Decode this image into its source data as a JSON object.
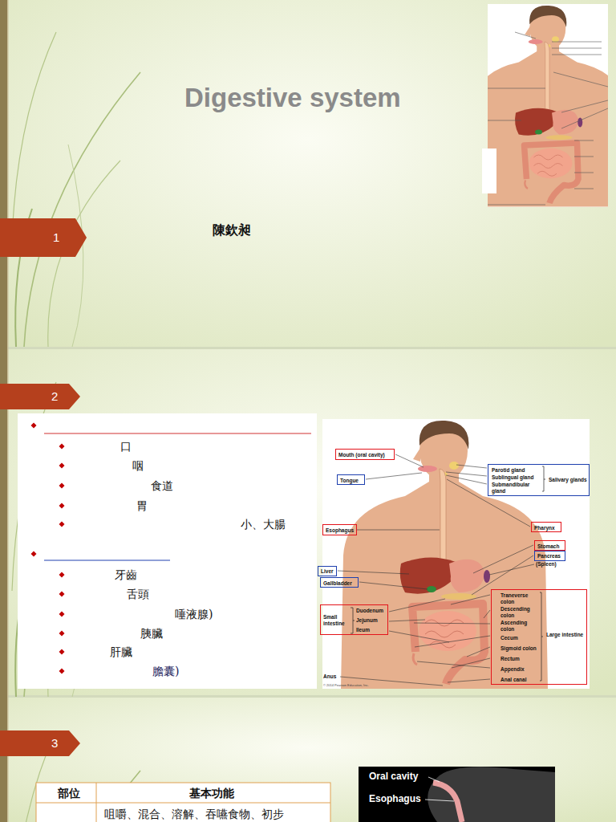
{
  "diagram": {
    "title": "Digestive system",
    "nodes": [
      {
        "text": [
          "1"
        ]
      },
      {
        "text": [
          "2"
        ]
      },
      {
        "text": [
          "口",
          "咽",
          "食道",
          "胃",
          "小、大腸",
          "牙齒",
          "舌頭",
          "唾液腺)",
          "胰臟",
          "肝臟",
          "膽囊)"
        ]
      },
      {
        "text": [
          "Mouth (oral cavity)"
        ]
      },
      {
        "text": [
          "Tongue"
        ]
      },
      {
        "text": [
          "Esophagus"
        ]
      },
      {
        "text": [
          "Liver"
        ]
      },
      {
        "text": [
          "Gallbladder"
        ]
      },
      {
        "text": [
          "Small intestine",
          "Duodenum",
          "Jejunum",
          "Ileum"
        ]
      },
      {
        "text": [
          "Parotid gland",
          "Sublingual gland",
          "Submandibular gland",
          "Salivary glands"
        ]
      },
      {
        "text": [
          "Pharynx"
        ]
      },
      {
        "text": [
          "Stomach"
        ]
      },
      {
        "text": [
          "Pancreas"
        ]
      },
      {
        "text": [
          "Traneverse colon",
          "Descending colon",
          "Ascending colon",
          "Cecum",
          "Sigmoid colon",
          "Rectum",
          "Appendix",
          "Anal canal",
          "Large intestine"
        ]
      },
      {
        "text": [
          "3"
        ]
      }
    ],
    "labels": [
      "陳欽昶",
      "(Spleen)",
      "Anus",
      "© 2014 Pearson Education, Inc.",
      "部位",
      "基本功能",
      "咀嚼、混合、溶解、吞嚥食物、初步",
      "Oral cavity",
      "Esophagus"
    ]
  }
}
